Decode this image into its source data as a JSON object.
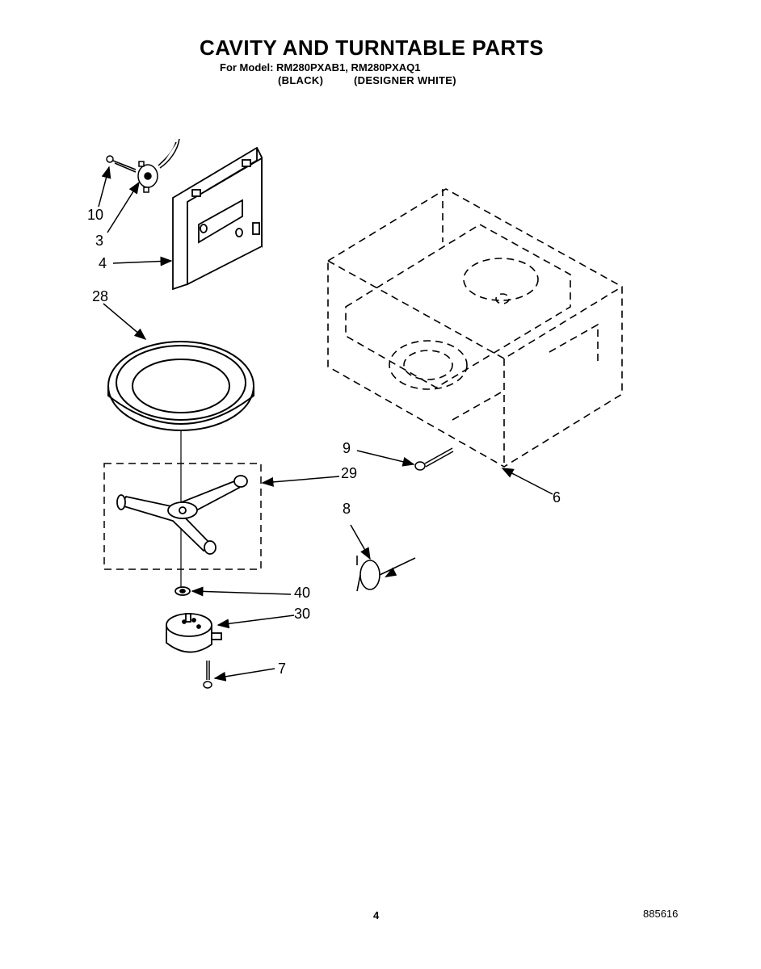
{
  "header": {
    "title": "CAVITY AND TURNTABLE PARTS",
    "model_line": "For Model: RM280PXAB1, RM280PXAQ1",
    "variant_1": "(BLACK)",
    "variant_2": "(DESIGNER WHITE)"
  },
  "callouts": {
    "c10": "10",
    "c3": "3",
    "c4": "4",
    "c28": "28",
    "c9": "9",
    "c29": "29",
    "c6": "6",
    "c8": "8",
    "c40": "40",
    "c30": "30",
    "c7": "7"
  },
  "footer": {
    "page_number": "4",
    "doc_number": "885616"
  }
}
